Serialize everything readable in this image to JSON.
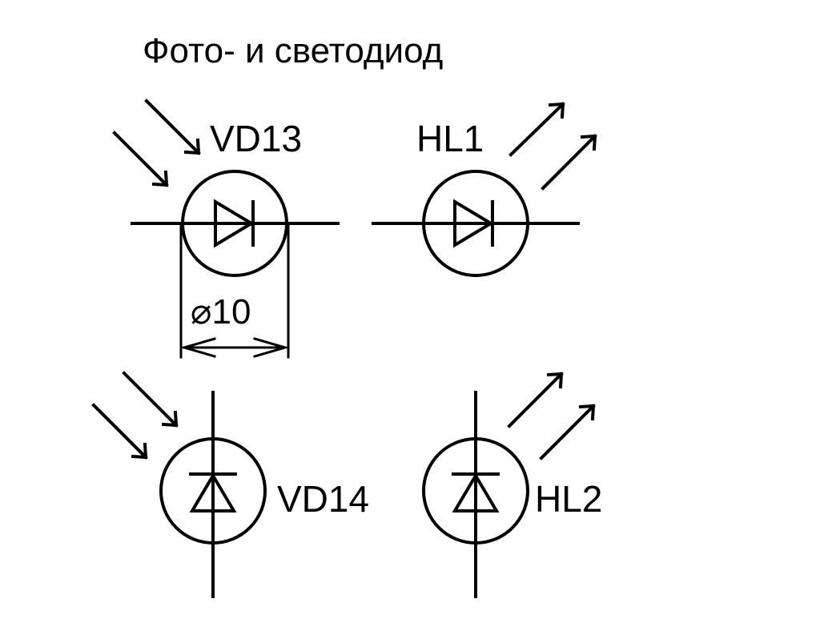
{
  "title": "Фото- и светодиод",
  "components": {
    "photodiode_h": {
      "ref": "VD13",
      "kind": "photodiode"
    },
    "led_h": {
      "ref": "HL1",
      "kind": "led"
    },
    "photodiode_v": {
      "ref": "VD14",
      "kind": "photodiode"
    },
    "led_v": {
      "ref": "HL2",
      "kind": "led"
    }
  },
  "dimension": {
    "label": "⌀10"
  },
  "colors": {
    "ink": "#000000",
    "background": "#ffffff"
  }
}
